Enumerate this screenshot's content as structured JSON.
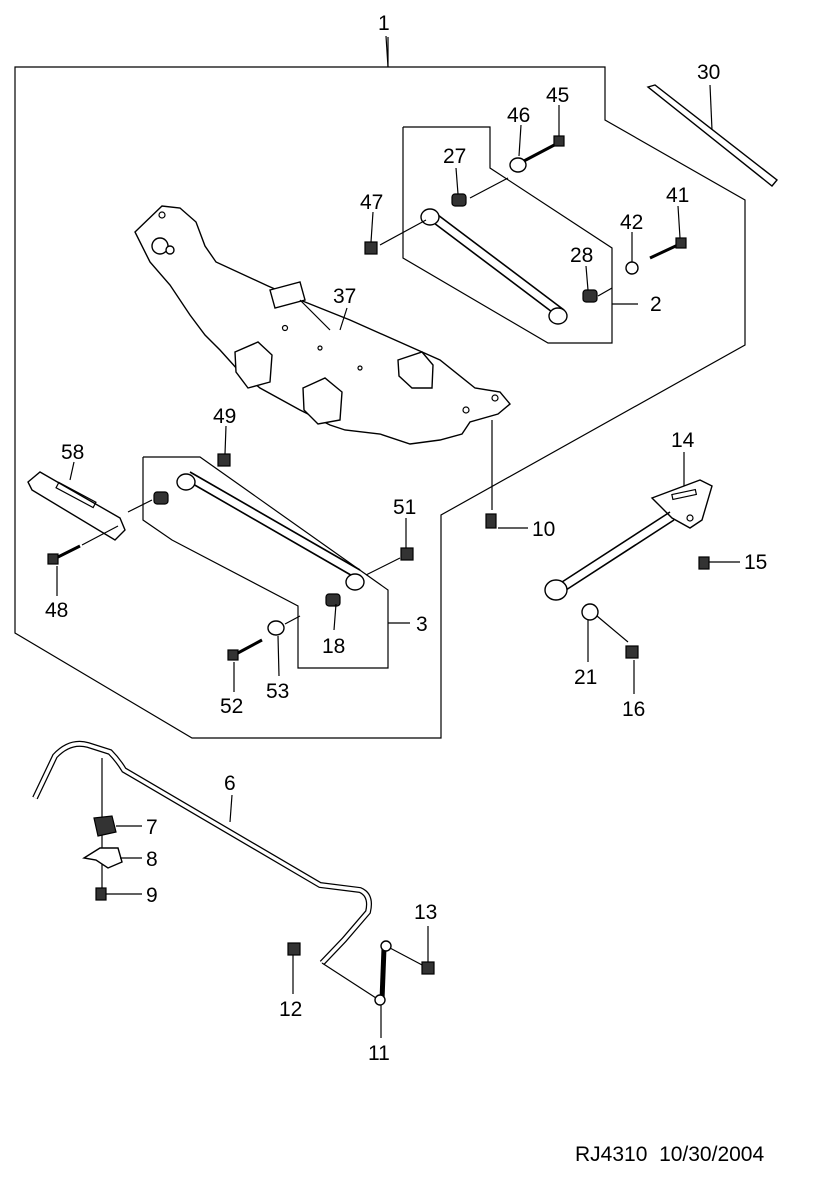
{
  "diagram": {
    "callouts": {
      "c1": "1",
      "c2": "2",
      "c3": "3",
      "c6": "6",
      "c7": "7",
      "c8": "8",
      "c9": "9",
      "c10": "10",
      "c11": "11",
      "c12": "12",
      "c13": "13",
      "c14": "14",
      "c15": "15",
      "c16": "16",
      "c18": "18",
      "c21": "21",
      "c27": "27",
      "c28": "28",
      "c30": "30",
      "c37": "37",
      "c41": "41",
      "c42": "42",
      "c45": "45",
      "c46": "46",
      "c47": "47",
      "c48": "48",
      "c49": "49",
      "c51": "51",
      "c52": "52",
      "c53": "53",
      "c58": "58"
    }
  },
  "footer": {
    "code": "RJ4310",
    "date": "10/30/2004"
  }
}
